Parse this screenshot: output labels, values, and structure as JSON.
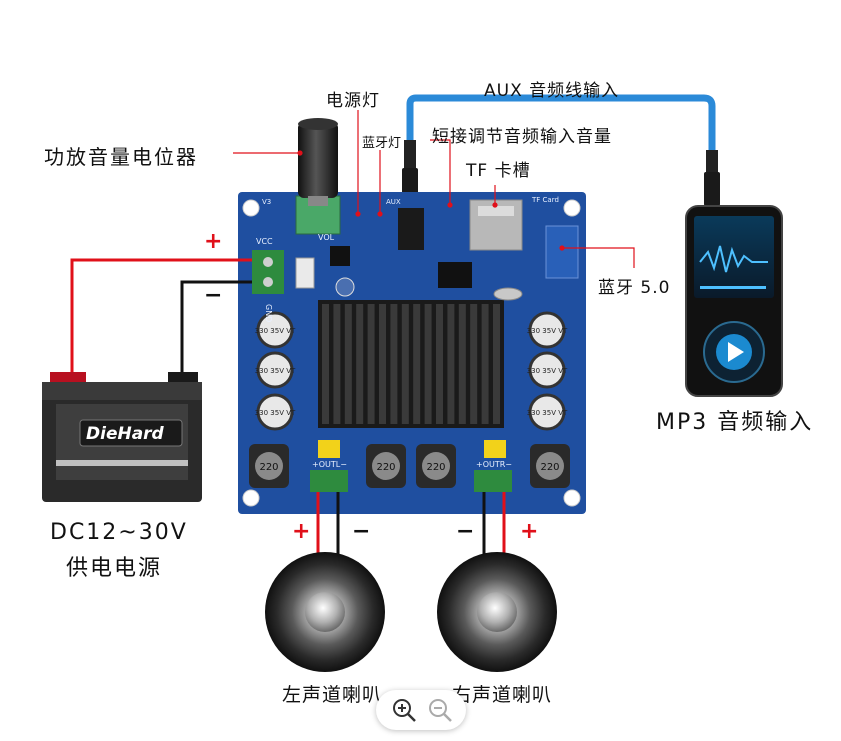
{
  "labels": {
    "power_led": "电源灯",
    "aux_input": "AUX 音频线输入",
    "bt_led": "蓝牙灯",
    "short_adjust": "短接调节音频输入音量",
    "volume_pot": "功放音量电位器",
    "tf_slot": "TF 卡槽",
    "bluetooth": "蓝牙 5.0",
    "mp3_input": "MP3 音频输入",
    "supply_line1": "DC12~30V",
    "supply_line2": "供电电源",
    "left_speaker": "左声道喇叭",
    "right_speaker": "右声道喇叭"
  },
  "signs": {
    "plus": "+",
    "minus": "−"
  },
  "board": {
    "vcc": "VCC",
    "gnd": "GND",
    "vol": "VOL",
    "aux": "AUX",
    "tf_card": "TF Card",
    "v3": "V3",
    "outl": "+OUTL−",
    "outr": "+OUTR−",
    "cap": "330 35V VT",
    "inductor": "220"
  },
  "battery": {
    "brand": "DieHard"
  },
  "colors": {
    "pcb": "#1f4fa0",
    "plus_wire": "#e0101a",
    "aux_cable": "#2b8ad8"
  },
  "icons": {
    "zoom_in": "zoom-in-icon",
    "zoom_out": "zoom-out-icon"
  }
}
